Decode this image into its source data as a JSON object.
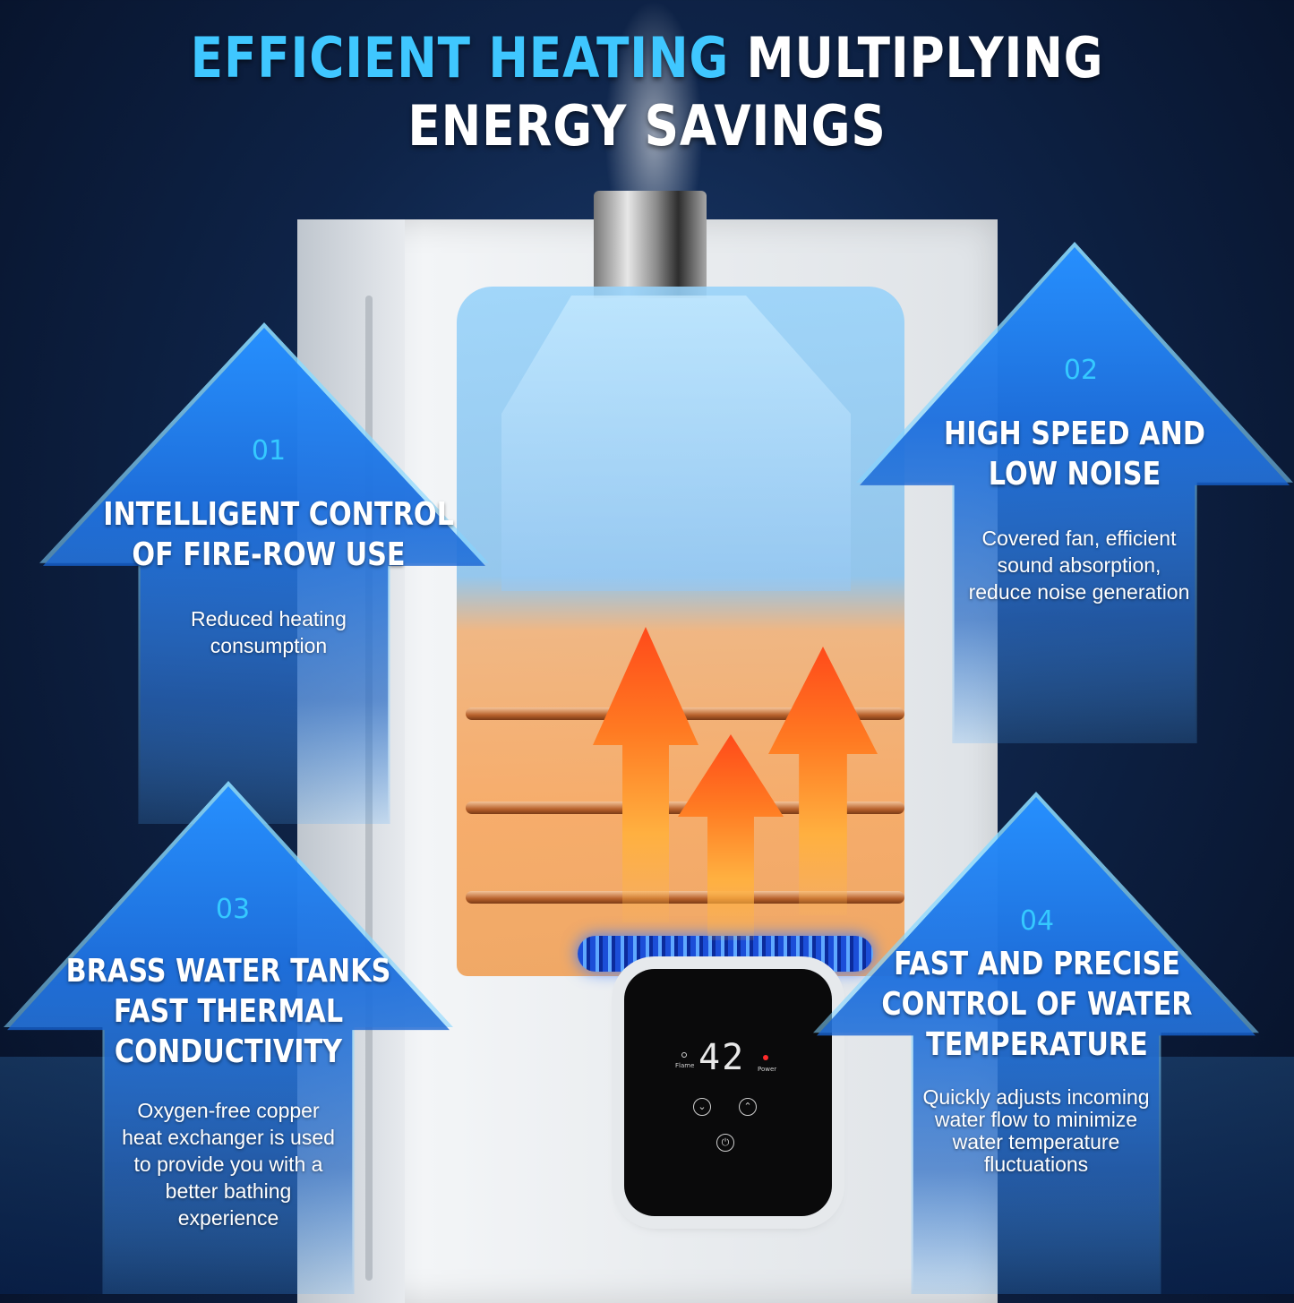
{
  "title": {
    "line1_accent": "EFFICIENT HEATING",
    "line1_rest": "MULTIPLYING",
    "line2": "ENERGY SAVINGS"
  },
  "features": [
    {
      "number": "01",
      "heading": [
        "INTELLIGENT CONTROL",
        "OF FIRE-ROW USE"
      ],
      "description": [
        "Reduced heating",
        "consumption"
      ]
    },
    {
      "number": "02",
      "heading": [
        "HIGH SPEED AND",
        "LOW NOISE"
      ],
      "description": [
        "Covered fan, efficient",
        "sound  absorption,",
        "reduce noise generation"
      ]
    },
    {
      "number": "03",
      "heading": [
        "BRASS WATER TANKS",
        "FAST THERMAL",
        "CONDUCTIVITY"
      ],
      "description": [
        "Oxygen-free copper",
        "heat exchanger is used",
        "to provide you with a",
        "better bathing",
        "experience"
      ]
    },
    {
      "number": "04",
      "heading": [
        "FAST AND PRECISE",
        "CONTROL OF WATER",
        "TEMPERATURE"
      ],
      "description": [
        "Quickly adjusts incoming",
        "water flow to minimize",
        "water temperature",
        "fluctuations"
      ]
    }
  ],
  "control_panel": {
    "temperature": "42",
    "flame_label": "Flame",
    "power_label": "Power"
  },
  "colors": {
    "accent": "#3fc7ff",
    "arrow_blue": "#2190ff",
    "heat_orange": "#ff6a1a"
  },
  "icons": [
    "down-button-icon",
    "up-button-icon",
    "power-icon"
  ]
}
